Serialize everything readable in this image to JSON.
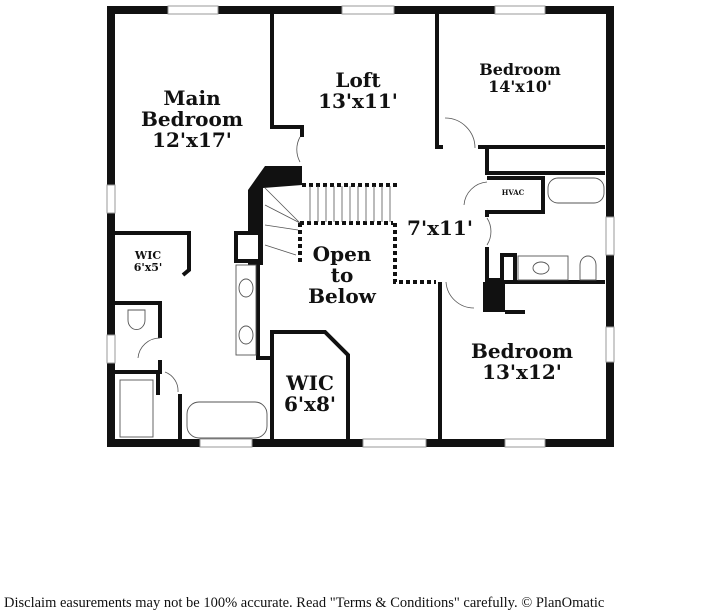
{
  "rooms": {
    "main_bedroom": {
      "name": "Main\nBedroom",
      "line1": "Main",
      "line2": "Bedroom",
      "size": "12'x17'"
    },
    "loft": {
      "name": "Loft",
      "size": "13'x11'"
    },
    "bedroom_ne": {
      "name": "Bedroom",
      "size": "14'x10'"
    },
    "hall": {
      "size": "7'x11'"
    },
    "hvac": {
      "name": "HVAC"
    },
    "open_to_below": {
      "line1": "Open",
      "line2": "to",
      "line3": "Below"
    },
    "wic_small": {
      "name": "WIC",
      "size": "6'x5'"
    },
    "wic_large": {
      "name": "WIC",
      "size": "6'x8'"
    },
    "bedroom_se": {
      "name": "Bedroom",
      "size": "13'x12'"
    }
  },
  "disclaimer": "Disclaim     easurements may not be 100% accurate. Read \"Terms & Conditions\" carefully. © PlanOmatic",
  "colors": {
    "wall": "#111111",
    "window": "#d8d8d8",
    "background": "#ffffff"
  }
}
